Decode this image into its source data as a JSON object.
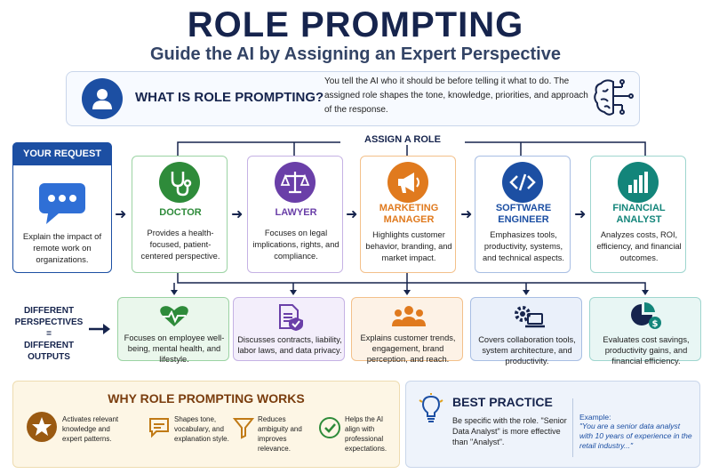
{
  "title": "ROLE PROMPTING",
  "subtitle": "Guide the AI by Assigning an Expert Perspective",
  "what": {
    "title": "WHAT IS ROLE PROMPTING?",
    "text": "You tell the AI who it should be before telling it what to do. The assigned role shapes the tone, knowledge, priorities, and approach of the response."
  },
  "request": {
    "header": "YOUR REQUEST",
    "text": "Explain the impact of remote work on organizations."
  },
  "assign_label": "ASSIGN A ROLE",
  "roles": [
    {
      "name": "DOCTOR",
      "desc": "Provides a health-focused, patient-centered perspective.",
      "color": "#2e8b3a",
      "icon": "stethoscope-icon"
    },
    {
      "name": "LAWYER",
      "desc": "Focuses on legal implications, rights, and compliance.",
      "color": "#6a3fa8",
      "icon": "scales-icon"
    },
    {
      "name": "MARKETING MANAGER",
      "desc": "Highlights customer behavior, branding, and market impact.",
      "color": "#e07a1e",
      "icon": "megaphone-icon"
    },
    {
      "name": "SOFTWARE ENGINEER",
      "desc": "Emphasizes tools, productivity, systems, and technical aspects.",
      "color": "#1c4fa3",
      "icon": "code-icon"
    },
    {
      "name": "FINANCIAL ANALYST",
      "desc": "Analyzes costs, ROI, efficiency, and financial outcomes.",
      "color": "#13857a",
      "icon": "bar-chart-icon"
    }
  ],
  "diff_label": {
    "line1": "DIFFERENT",
    "line2": "PERSPECTIVES",
    "line3": "=",
    "line4": "DIFFERENT",
    "line5": "OUTPUTS"
  },
  "outputs": [
    {
      "text": "Focuses on employee well-being, mental health, and lifestyle.",
      "icon": "heartbeat-icon"
    },
    {
      "text": "Discusses contracts, liability, labor laws, and data privacy.",
      "icon": "document-shield-icon"
    },
    {
      "text": "Explains customer trends, engagement, brand perception, and reach.",
      "icon": "people-icon"
    },
    {
      "text": "Covers collaboration tools, system architecture, and productivity.",
      "icon": "gear-laptop-icon"
    },
    {
      "text": "Evaluates cost savings, productivity gains, and financial efficiency.",
      "icon": "pie-chart-icon"
    }
  ],
  "why": {
    "title": "WHY ROLE PROMPTING WORKS",
    "items": [
      {
        "text": "Activates relevant knowledge and expert patterns.",
        "icon": "star-icon"
      },
      {
        "text": "Shapes tone, vocabulary, and explanation style.",
        "icon": "chat-icon"
      },
      {
        "text": "Reduces ambiguity and improves relevance.",
        "icon": "funnel-icon"
      },
      {
        "text": "Helps the AI align with professional expectations.",
        "icon": "check-circle-icon"
      }
    ]
  },
  "best": {
    "title": "BEST PRACTICE",
    "text": "Be specific with the role. \"Senior Data Analyst\" is more effective than \"Analyst\".",
    "example_label": "Example:",
    "example_text": "\"You are a senior data analyst with 10 years of experience in the retail industry...\""
  }
}
